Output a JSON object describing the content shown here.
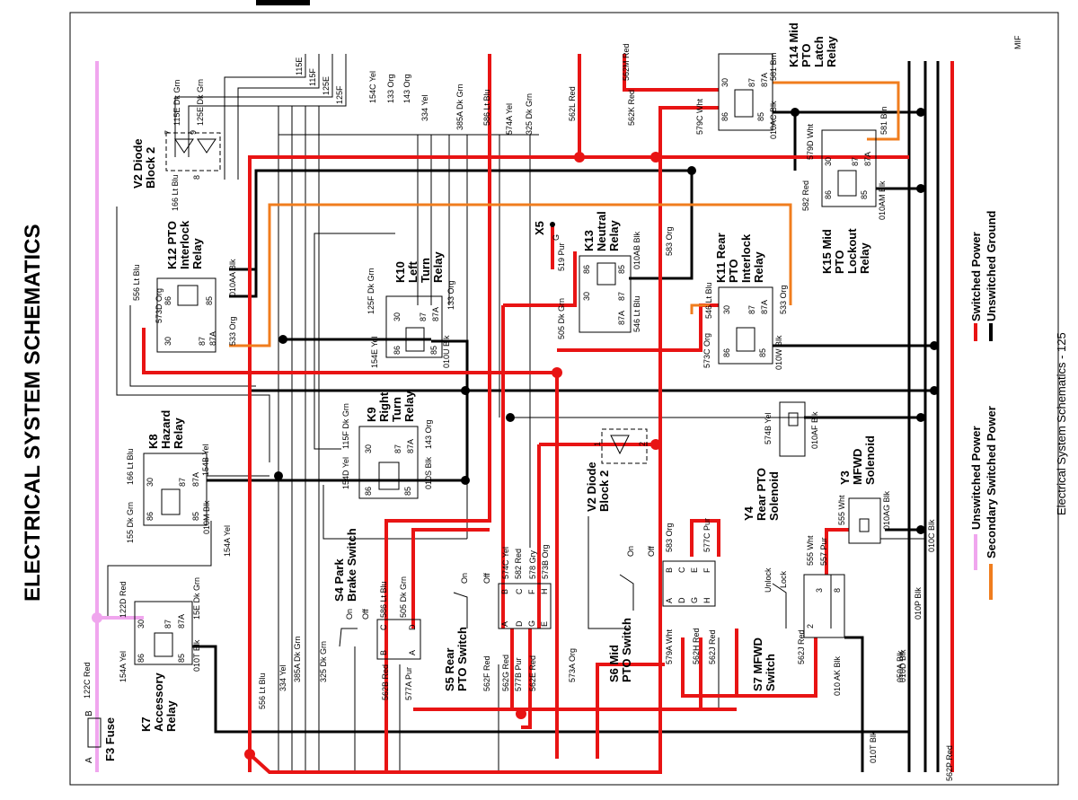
{
  "page": {
    "title": "ELECTRICAL   SYSTEM SCHEMATICS",
    "footer": "Electrical   System Schematics - 125",
    "corner_code": "MIF"
  },
  "legend": {
    "items": [
      {
        "label": "Switched Power",
        "color": "#e81414"
      },
      {
        "label": "Unswitched Ground",
        "color": "#000000"
      },
      {
        "label": "Unswitched Power",
        "color": "#f0a6ee"
      },
      {
        "label": "Secondary Switched Power",
        "color": "#f07d1e"
      }
    ]
  },
  "components": {
    "f3": {
      "name": "F3 Fuse",
      "pin_a": "A",
      "pin_b": "B"
    },
    "k7": {
      "name1": "K7",
      "name2": "Accessory",
      "name3": "Relay"
    },
    "k8": {
      "name1": "K8",
      "name2": "Hazard",
      "name3": "Relay"
    },
    "k9": {
      "name1": "K9",
      "name2": "Right",
      "name3": "Turn",
      "name4": "Relay"
    },
    "k10": {
      "name1": "K10",
      "name2": "Left",
      "name3": "Turn",
      "name4": "Relay"
    },
    "k11": {
      "name1": "K11 Rear",
      "name2": "PTO",
      "name3": "Interlock",
      "name4": "Relay"
    },
    "k12": {
      "name1": "K12 PTO",
      "name2": "Interlock",
      "name3": "Relay"
    },
    "k13": {
      "name1": "K13",
      "name2": "Neutral",
      "name3": "Relay"
    },
    "k14": {
      "name1": "K14 Mid",
      "name2": "PTO",
      "name3": "Latch",
      "name4": "Relay"
    },
    "k15": {
      "name1": "K15 Mid",
      "name2": "PTO",
      "name3": "Lockout",
      "name4": "Relay"
    },
    "v2a": {
      "name1": "V2 Diode",
      "name2": "Block 2"
    },
    "v2b": {
      "name1": "V2 Diode",
      "name2": "Block 2"
    },
    "x5": {
      "name": "X5"
    },
    "s4": {
      "name1": "S4 Park",
      "name2": "Brake Switch",
      "on": "On",
      "off": "Off"
    },
    "s5": {
      "name1": "S5 Rear",
      "name2": "PTO Switch",
      "on": "On",
      "off": "Off"
    },
    "s6": {
      "name1": "S6 Mid",
      "name2": "PTO Switch",
      "on": "On",
      "off": "Off"
    },
    "s7": {
      "name1": "S7 MFWD",
      "name2": "Switch",
      "unlock": "Unlock",
      "lock": "Lock"
    },
    "y3": {
      "name1": "Y3",
      "name2": "MFWD",
      "name3": "Solenoid"
    },
    "y4": {
      "name1": "Y4",
      "name2": "Rear PTO",
      "name3": "Solenoid"
    }
  },
  "pins": {
    "p86": "86",
    "p85": "85",
    "p87": "87",
    "p87a": "87A",
    "p30": "30",
    "pA": "A",
    "pB": "B",
    "pC": "C",
    "pD": "D",
    "pE": "E",
    "pF": "F",
    "pG": "G",
    "pH": "H",
    "p1": "1",
    "p2": "2",
    "p3": "3",
    "p7": "7",
    "p8": "8",
    "p9": "9"
  },
  "wires": {
    "w122C": "122C Red",
    "w154A": "154A Yel",
    "w010T": "010T Blk",
    "w122D": "122D Red",
    "w155_15E": "15E Dk Grn",
    "w155": "155 Dk Grn",
    "w010M": "010M Blk",
    "w154Ayel": "154A Yel",
    "w166a": "166 Lt Blu",
    "w154B": "154B Yel",
    "w556": "556 Lt Blu",
    "w573D": "573D Org",
    "w533": "533 Org",
    "w010AA": "010AA Blk",
    "w166b": "166 Lt Blu",
    "w115E": "115E Dk Grn",
    "w125E": "125E Dk Grn",
    "wb115E": "115E",
    "wb115F": "115F",
    "wb125E": "125E",
    "wb125F": "125F",
    "w154C": "154C Yel",
    "w133": "133 Org",
    "w143": "143 Org",
    "w334": "334 Yel",
    "w385A": "385A Dk Grn",
    "w586": "586 Lt Blu",
    "w574A": "574A Yel",
    "w325": "325 Dk Grn",
    "w562L": "562L Red",
    "w562M": "562M Red",
    "w562K": "562K Red",
    "w579C": "579C Wht",
    "w581a": "581 Brn",
    "w581b": "581 Brn",
    "w010AC": "010AC Blk",
    "w579D": "579D Wht",
    "w582": "582 Red",
    "w010AM": "010AM Blk",
    "w519": "519 Pur",
    "w010AB": "010AB Blk",
    "w583a": "583 Org",
    "w505": "505 Dk Grn",
    "w546": "546 Lt Blu",
    "w546b": "546 Lt Blu",
    "w533b": "533 Org",
    "w573C": "573C Org",
    "w010W": "010W Blk",
    "w125F": "125F Dk Grn",
    "w133b": "133 Org",
    "w154E": "154E Yel",
    "w010U": "010U Blk",
    "w115F": "115F Dk Grn",
    "w143b": "143 Org",
    "w154D": "154D Yel",
    "w010S": "010S Blk",
    "w574B": "574B Yel",
    "w010AF": "010AF Blk",
    "w555": "555 Wht",
    "w010AG": "010AG Blk",
    "w010C": "010C Blk",
    "w010P": "010P Blk",
    "w010D": "010D Blk",
    "w050A": "050A Blk",
    "w562P": "562P Red",
    "w010T2": "010T Blk",
    "w586b": "586 Lt Blu",
    "w505b": "505 Dk Grn",
    "w562B": "562B Red",
    "w577A": "577A Pur",
    "w574C": "574C Yel",
    "w582b": "582 Red",
    "w578": "578 Gry",
    "w573B": "573B Org",
    "w562F": "562F Red",
    "w577B": "577B Pur",
    "w562G": "562G Red",
    "w562E": "562E Red",
    "w573A": "573A Org",
    "w583b": "583 Org",
    "w577C": "577C Pur",
    "w579A": "579A Wht",
    "w562H": "562H Red",
    "w562J": "562J Red",
    "w555b": "555 Wht",
    "w557": "557 Pur",
    "w562Jb": "562J Red",
    "w010AK": "010 AK Blk",
    "w556b": "556 Lt Blu",
    "w334b": "334 Yel",
    "w385Ab": "385A Dk Grn",
    "w325b": "325 Dk Grn"
  }
}
